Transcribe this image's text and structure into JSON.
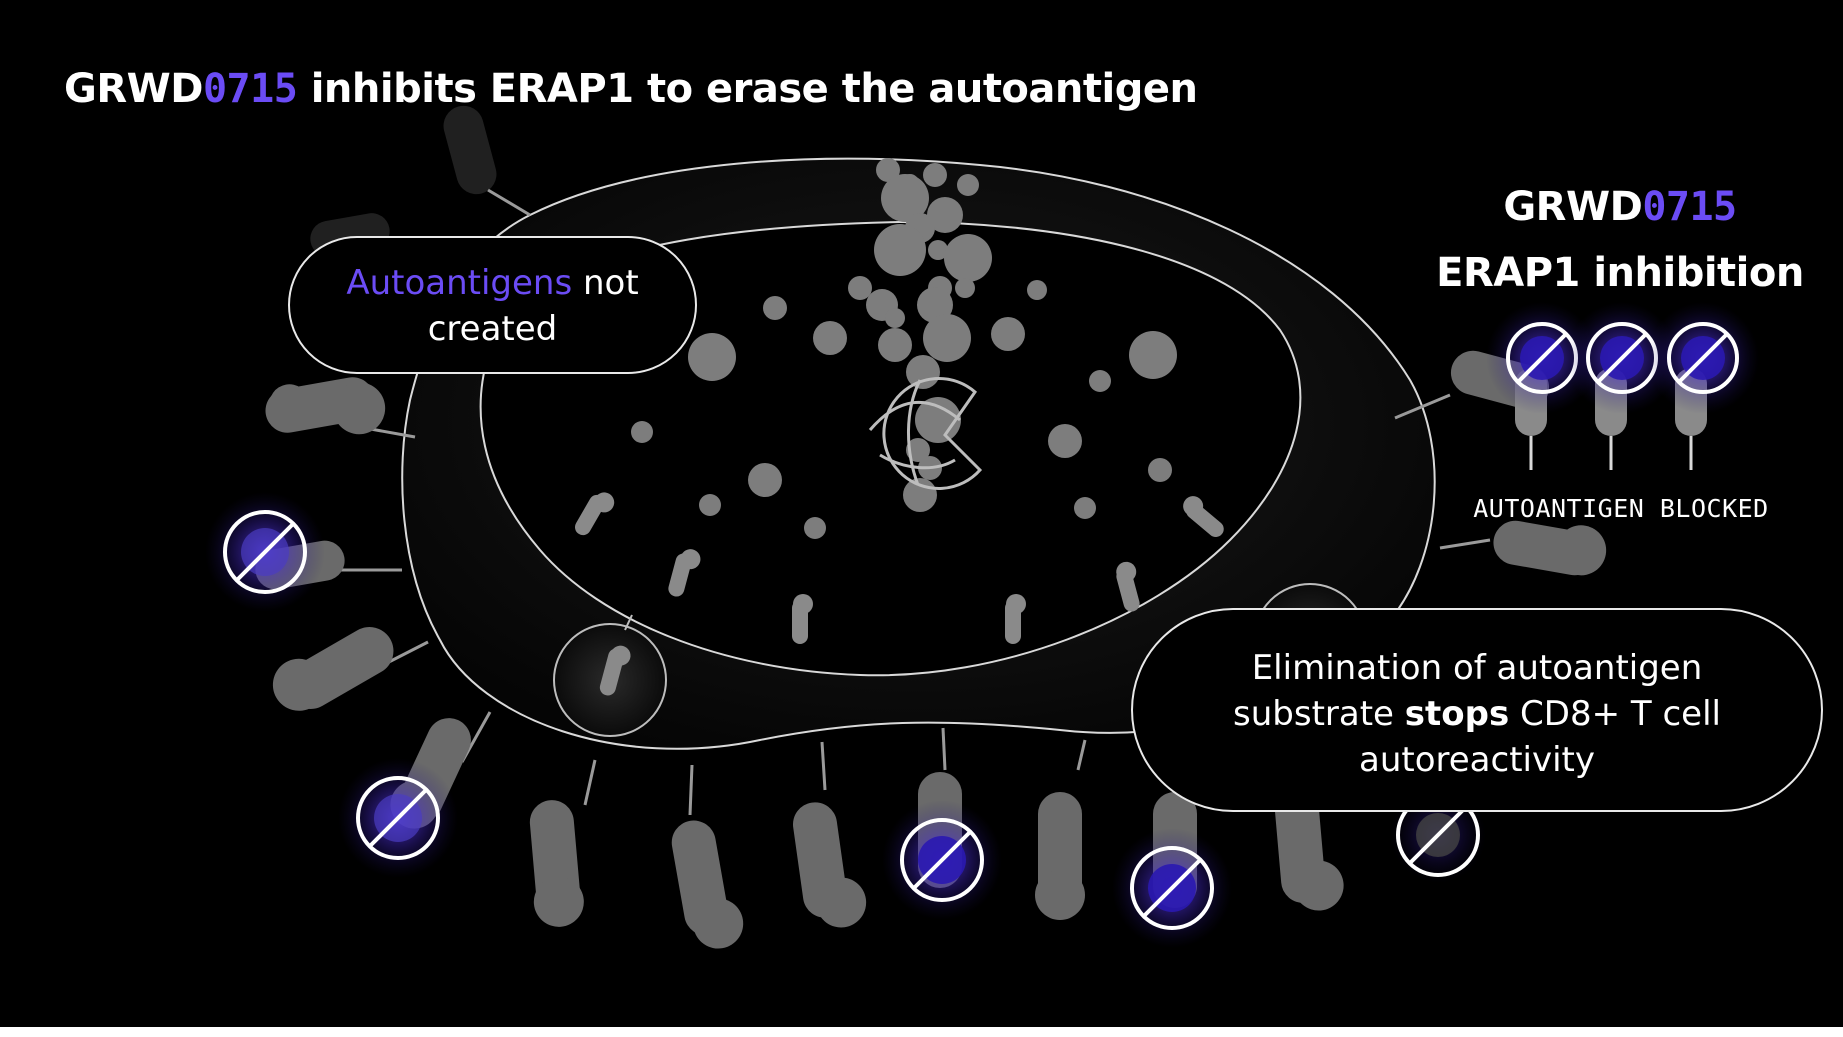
{
  "colors": {
    "accent": "#6b4cf5",
    "glow": "#4a2fd0",
    "outline": "#d9d9d9",
    "molecule": "#7d7d7d"
  },
  "title": {
    "prefix": "GRWD",
    "code": "0715",
    "suffix": " inhibits ERAP1 to erase the autoantigen"
  },
  "right_panel": {
    "heading_prefix": "GRWD",
    "heading_code": "0715",
    "heading_line2": "ERAP1 inhibition",
    "label": "AUTOANTIGEN BLOCKED"
  },
  "callouts": {
    "top": {
      "accent_text": "Autoantigens",
      "rest_line1": " not",
      "line2": "created"
    },
    "bottom": {
      "line1": "Elimination of autoantigen",
      "line2_pre": "substrate ",
      "line2_bold": "stops",
      "line2_post": " CD8+ T cell",
      "line3": "autoreactivity"
    }
  },
  "icons": {
    "blocked": "blocked-autoantigen-icon",
    "molecule": "peptide-molecule-icon",
    "er": "endoplasmic-reticulum-shape",
    "cell": "antigen-presenting-cell-outline"
  }
}
